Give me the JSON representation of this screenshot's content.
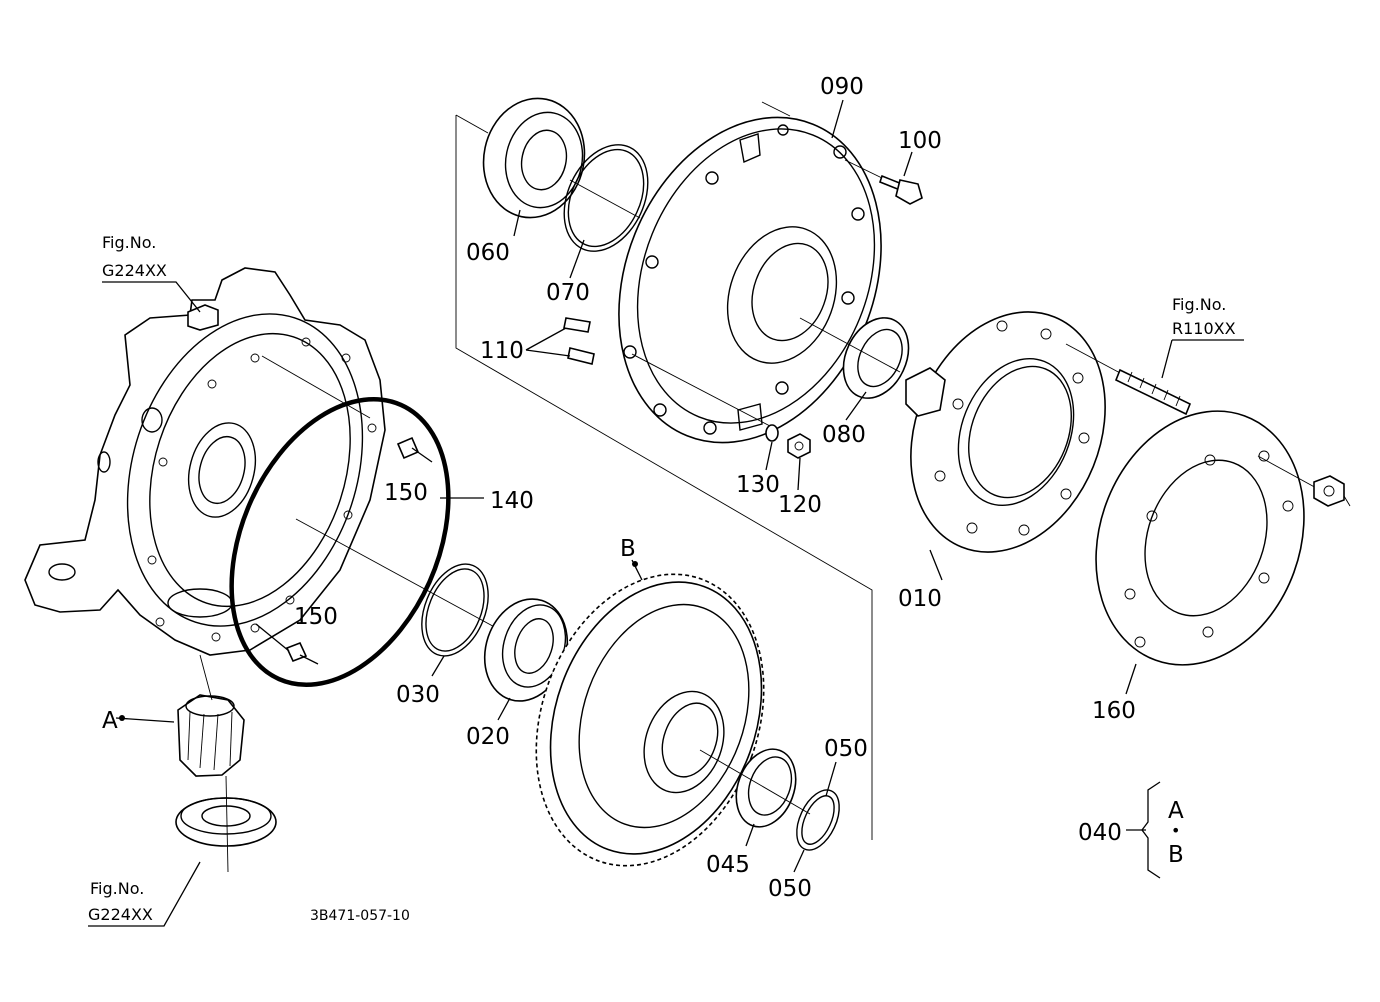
{
  "drawing_number": "3B471-057-10",
  "figure_references": {
    "upper_left": {
      "label": "Fig.No.",
      "value": "G224XX"
    },
    "lower_left": {
      "label": "Fig.No.",
      "value": "G224XX"
    },
    "right": {
      "label": "Fig.No.",
      "value": "R110XX"
    }
  },
  "callouts": {
    "p010": "010",
    "p020": "020",
    "p030": "030",
    "p045": "045",
    "p050a": "050",
    "p050b": "050",
    "p060": "060",
    "p070": "070",
    "p080": "080",
    "p090": "090",
    "p100": "100",
    "p110": "110",
    "p120": "120",
    "p130": "130",
    "p140": "140",
    "p150a": "150",
    "p150b": "150",
    "p160": "160",
    "p040": "040"
  },
  "markers": {
    "a": "A",
    "b": "B",
    "group_a": "A",
    "group_dot": "•",
    "group_b": "B"
  },
  "highlight_color": "#000000"
}
